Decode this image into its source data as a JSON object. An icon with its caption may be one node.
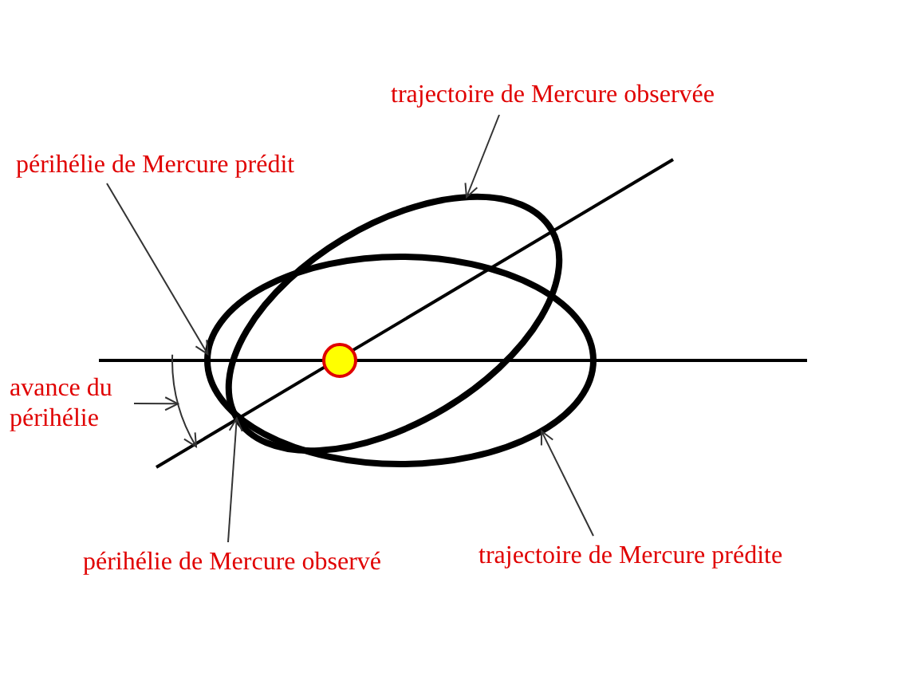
{
  "diagram": {
    "nodes": [
      {
        "text": [
          "trajectoire de Mercure observée"
        ]
      },
      {
        "text": [
          "périhélie de Mercure prédit"
        ]
      },
      {
        "text": [
          "avance du périhélie"
        ]
      },
      {
        "text": [
          "périhélie de Mercure observé"
        ]
      },
      {
        "text": [
          "trajectoire de Mercure prédite"
        ]
      },
      {
        "text": [],
        "shape": "ellipse"
      },
      {
        "text": [],
        "shape": "ellipse"
      },
      {
        "text": [],
        "shape": "arc"
      }
    ],
    "edges": [
      {
        "from": 0,
        "to": 5,
        "arrow": "to"
      },
      {
        "from": 1,
        "to": 6,
        "arrow": "to"
      },
      {
        "from": 2,
        "to": 7,
        "arrow": "to"
      },
      {
        "from": 3,
        "to": 5,
        "arrow": "to"
      },
      {
        "from": 4,
        "to": 6,
        "arrow": "to"
      }
    ]
  }
}
